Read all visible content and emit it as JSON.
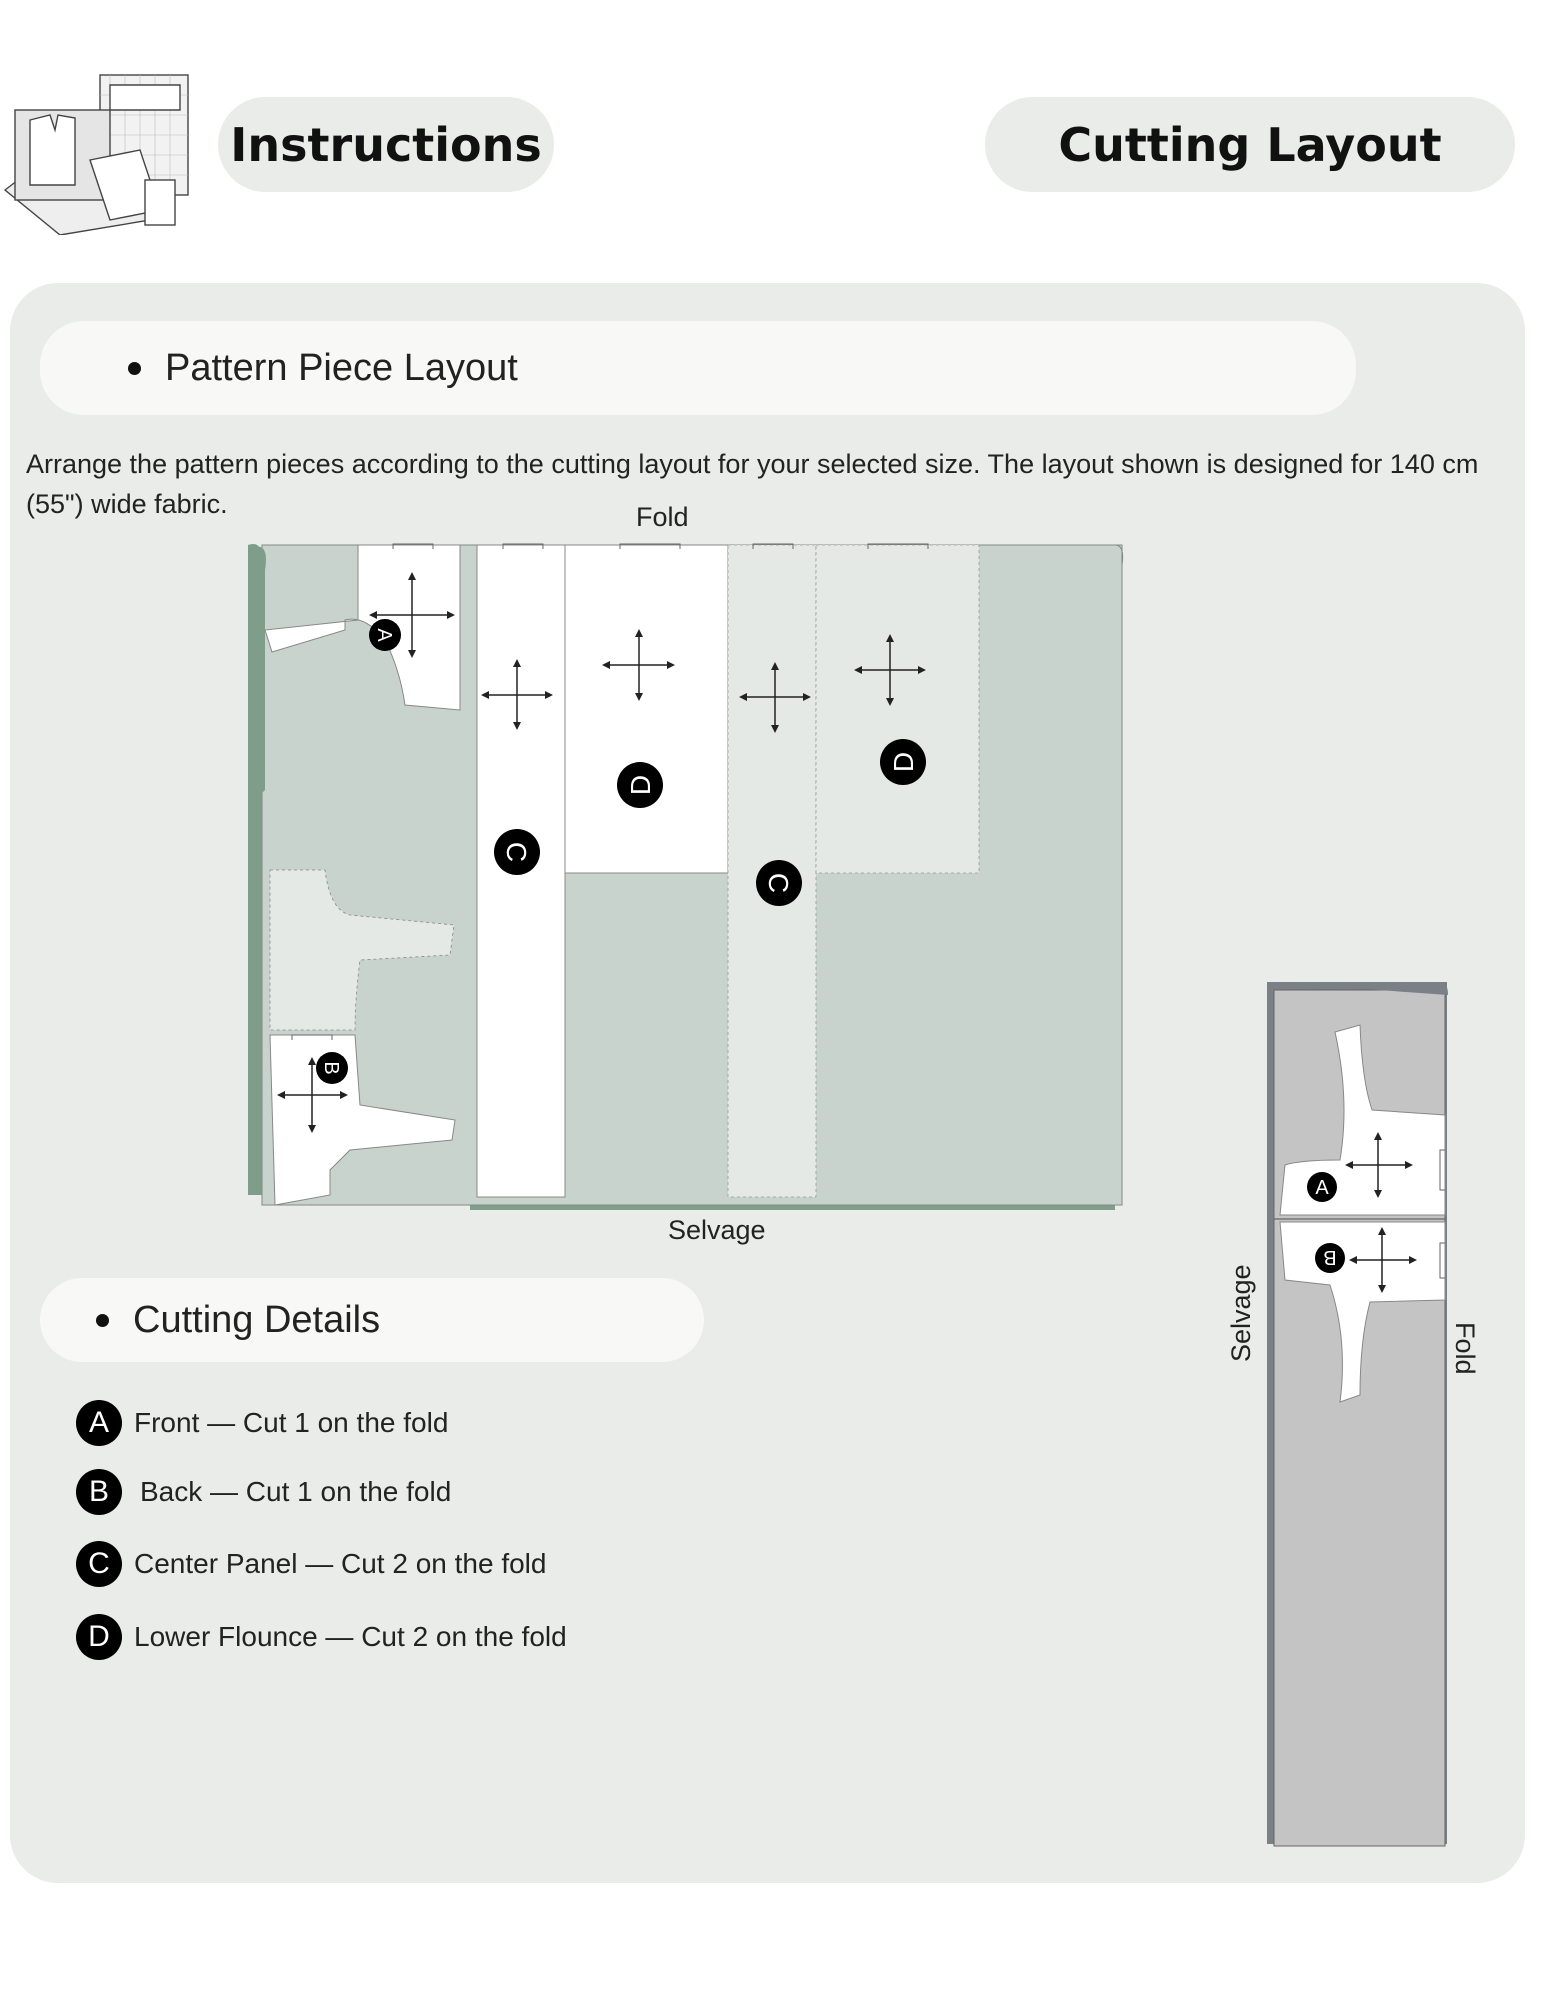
{
  "header": {
    "instructions_label": "Instructions",
    "cutting_layout_label": "Cutting Layout"
  },
  "sections": {
    "pattern_piece_layout": "Pattern Piece Layout",
    "cutting_details": "Cutting Details"
  },
  "intro_text": "Arrange the pattern pieces according to the cutting layout for your selected size. The layout shown is designed for 140 cm (55\") wide fabric.",
  "main_layout": {
    "fold_label": "Fold",
    "selvage_label": "Selvage",
    "piece_letters": [
      "A",
      "B",
      "C",
      "D",
      "C",
      "D"
    ]
  },
  "side_layout": {
    "selvage_label": "Selvage",
    "fold_label": "Fold",
    "piece_letters": [
      "A",
      "B"
    ]
  },
  "cutting_details": [
    {
      "letter": "A",
      "text": "Front — Cut 1 on the fold"
    },
    {
      "letter": "B",
      "text": "Back — Cut 1 on the fold"
    },
    {
      "letter": "C",
      "text": "Center Panel — Cut 2 on the fold"
    },
    {
      "letter": "D",
      "text": "Lower Flounce — Cut 2 on the fold"
    }
  ],
  "colors": {
    "panel": "#e9ece8",
    "fabric_main": "#c9d3cd",
    "fabric_fold_edge": "#7e9e8b",
    "fabric_side": "#c4c4c4",
    "fabric_side_edge": "#7b7f86",
    "piece_light": "#e5e9e6",
    "badge": "#000000"
  }
}
